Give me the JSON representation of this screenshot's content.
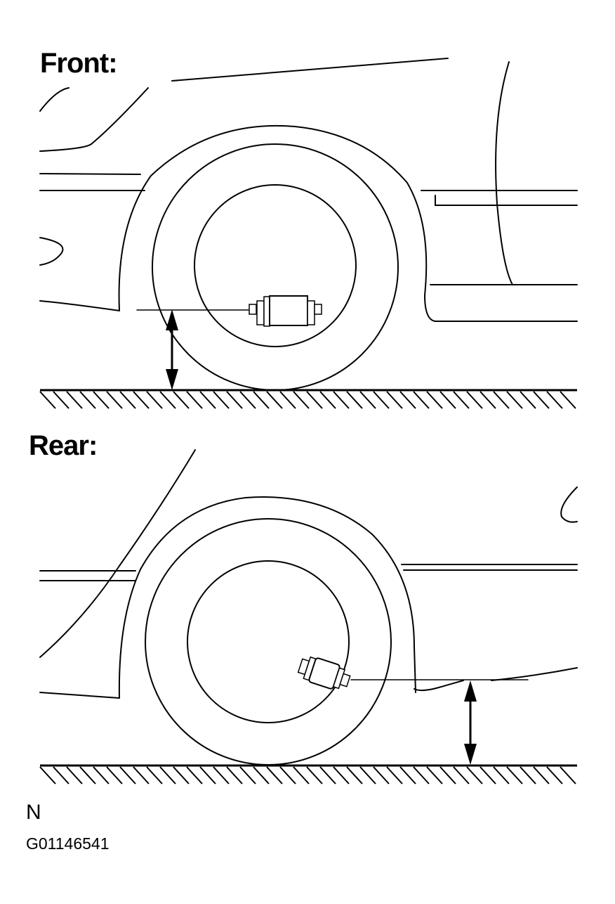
{
  "front": {
    "title": "Front:"
  },
  "rear": {
    "title": "Rear:"
  },
  "footer": {
    "code_letter": "N",
    "figure_id": "G01146541"
  },
  "icons": {
    "front_bolt": "bushing-bolt-icon",
    "rear_bolt": "bushing-bolt-icon",
    "height_arrow": "double-arrow-icon"
  }
}
